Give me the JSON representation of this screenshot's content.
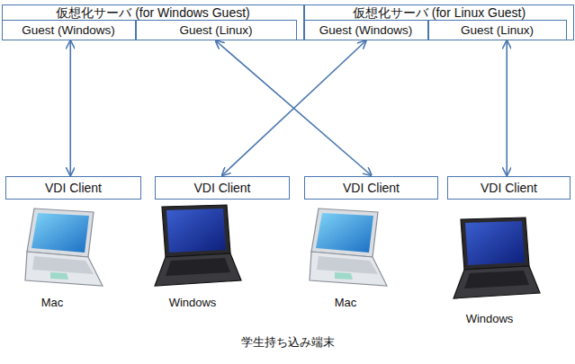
{
  "diagram": {
    "caption": "学生持ち込み端末",
    "nodes": [
      {
        "text": [
          "仮想化サーバ (for Windows Guest)"
        ]
      },
      {
        "text": [
          "Guest (Windows)"
        ],
        "in": 0
      },
      {
        "text": [
          "Guest (Linux)"
        ],
        "in": 0
      },
      {
        "text": [
          "仮想化サーバ (for Linux Guest)"
        ]
      },
      {
        "text": [
          "Guest (Windows)"
        ],
        "in": 3
      },
      {
        "text": [
          "Guest (Linux)"
        ],
        "in": 3
      },
      {
        "text": [
          "VDI Client"
        ]
      },
      {
        "text": [
          "VDI Client"
        ]
      },
      {
        "text": [
          "VDI Client"
        ]
      },
      {
        "text": [
          "VDI Client"
        ]
      }
    ],
    "edges": [
      {
        "from": 1,
        "to": 6,
        "arrow": "both"
      },
      {
        "from": 2,
        "to": 8,
        "arrow": "both"
      },
      {
        "from": 4,
        "to": 7,
        "arrow": "both"
      },
      {
        "from": 5,
        "to": 9,
        "arrow": "both"
      }
    ],
    "labels": [
      "Mac",
      "Windows",
      "Mac",
      "Windows"
    ]
  }
}
